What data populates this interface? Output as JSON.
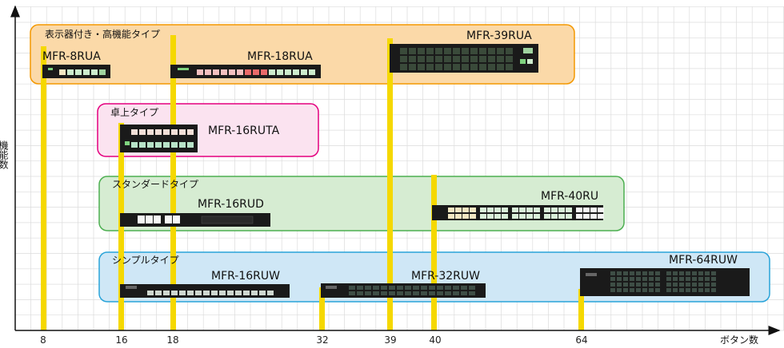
{
  "chart_data": {
    "type": "diagram",
    "x_axis_label": "ボタン数",
    "y_axis_label": "機能数",
    "ticks": [
      "8",
      "16",
      "18",
      "32",
      "39",
      "40",
      "64"
    ],
    "groups": [
      {
        "label": "表示器付き・高機能タイプ",
        "color": "#f39800",
        "fill": "#fbd9a8"
      },
      {
        "label": "卓上タイプ",
        "color": "#e4007f",
        "fill": "#fbe3f0"
      },
      {
        "label": "スタンダードタイプ",
        "color": "#4caf50",
        "fill": "#d6ecd2"
      },
      {
        "label": "シンプルタイプ",
        "color": "#29a3d9",
        "fill": "#cfe7f6"
      }
    ],
    "models": [
      {
        "name": "MFR-8RUA",
        "buttons": 8
      },
      {
        "name": "MFR-18RUA",
        "buttons": 18
      },
      {
        "name": "MFR-39RUA",
        "buttons": 39
      },
      {
        "name": "MFR-16RUTA",
        "buttons": 16
      },
      {
        "name": "MFR-16RUD",
        "buttons": 16
      },
      {
        "name": "MFR-40RU",
        "buttons": 40
      },
      {
        "name": "MFR-16RUW",
        "buttons": 16
      },
      {
        "name": "MFR-32RUW",
        "buttons": 32
      },
      {
        "name": "MFR-64RUW",
        "buttons": 64
      }
    ]
  },
  "colors": {
    "guide_line": "#f5d800",
    "grid": "#dcdcdc",
    "axis": "#111111",
    "device": "#1a1a1a"
  }
}
